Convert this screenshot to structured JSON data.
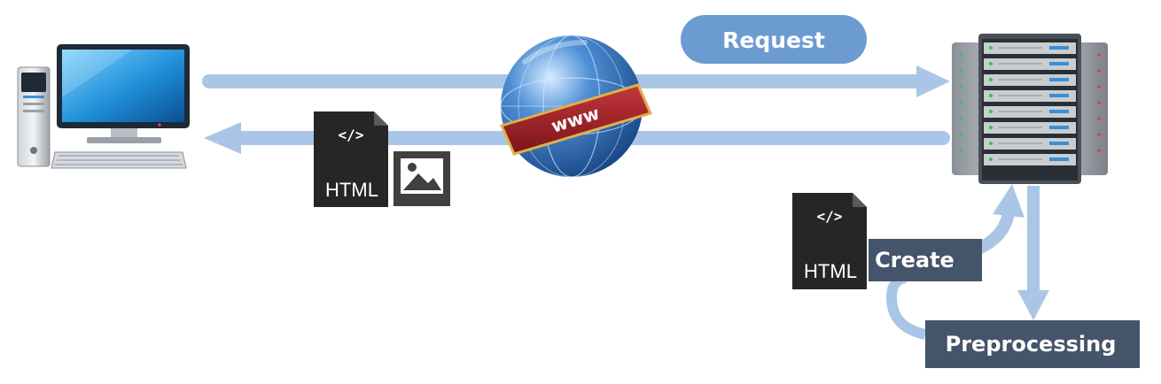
{
  "labels": {
    "request": "Request",
    "create": "Create",
    "preprocessing": "Preprocessing",
    "globe_banner": "www"
  },
  "documents": {
    "response_doc": {
      "code": "</>",
      "label": "HTML"
    },
    "server_doc": {
      "code": "</>",
      "label": "HTML"
    }
  },
  "colors": {
    "arrow": "#a9c6e6",
    "request_pill": "#6b9bd0",
    "label_box": "#44546a",
    "document": "#262626",
    "image_icon": "#404040",
    "banner": "#a3252a",
    "globe": "#2f6fb5"
  },
  "icons": [
    "desktop-computer-icon",
    "globe-icon",
    "html-document-icon",
    "image-file-icon",
    "server-rack-icon"
  ]
}
